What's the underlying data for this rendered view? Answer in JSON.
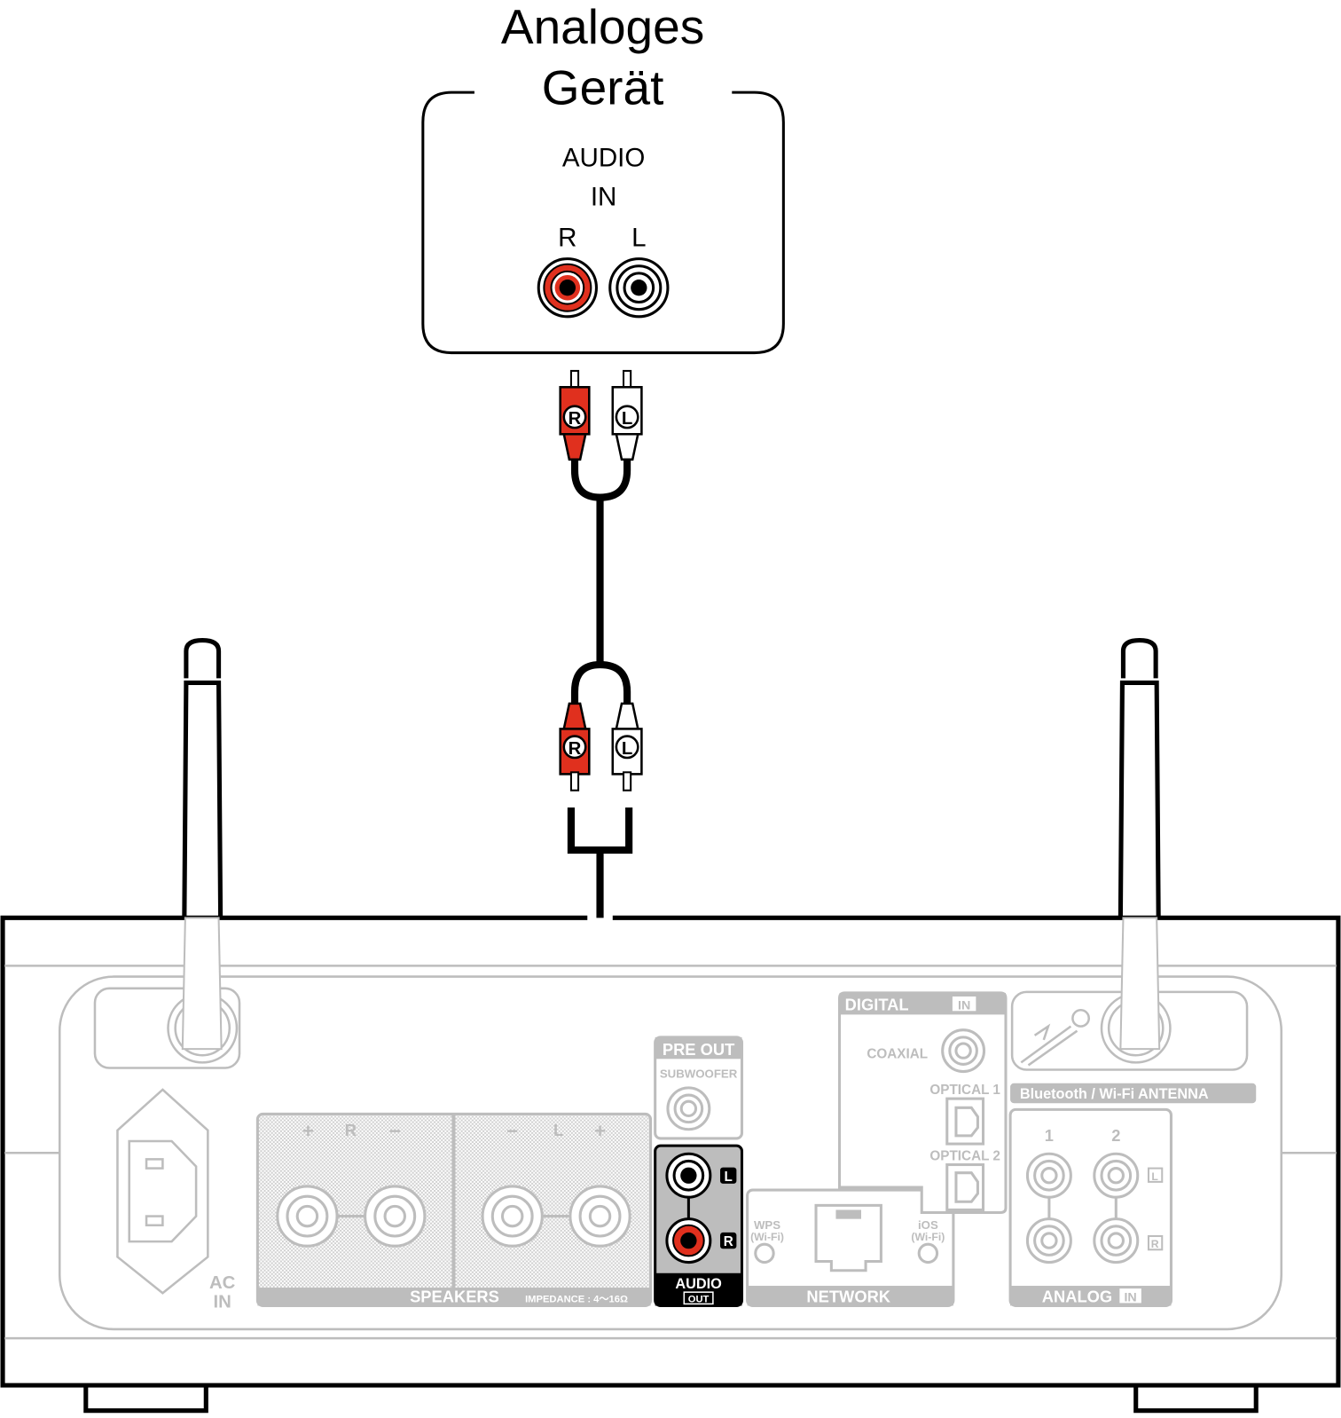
{
  "device": {
    "title_line1": "Analoges",
    "title_line2": "Gerät",
    "port_label1": "AUDIO",
    "port_label2": "IN",
    "right": "R",
    "left": "L"
  },
  "cable": {
    "plug_r": "R",
    "plug_l": "L"
  },
  "receiver": {
    "ac_in1": "AC",
    "ac_in2": "IN",
    "speakers": "SPEAKERS",
    "impedance": "IMPEDANCE : 4～16Ω",
    "spk_plus": "+",
    "spk_minus": "−",
    "spk_r": "R",
    "spk_l": "L",
    "pre_out": "PRE OUT",
    "subwoofer": "SUBWOOFER",
    "audio": "AUDIO",
    "out": "OUT",
    "jack_l": "L",
    "jack_r": "R",
    "digital": "DIGITAL",
    "digital_in": "IN",
    "coaxial": "COAXIAL",
    "optical1": "OPTICAL 1",
    "optical2": "OPTICAL 2",
    "antenna": "Bluetooth / Wi-Fi ANTENNA",
    "network": "NETWORK",
    "wps1": "WPS",
    "wps2": "(Wi-Fi)",
    "ios1": "iOS",
    "ios2": "(Wi-Fi)",
    "analog": "ANALOG",
    "analog_in": "IN",
    "col1": "1",
    "col2": "2",
    "row_l": "L",
    "row_r": "R"
  },
  "colors": {
    "red": "#e0301e",
    "gray": "#bdbdbd",
    "black": "#000000"
  }
}
